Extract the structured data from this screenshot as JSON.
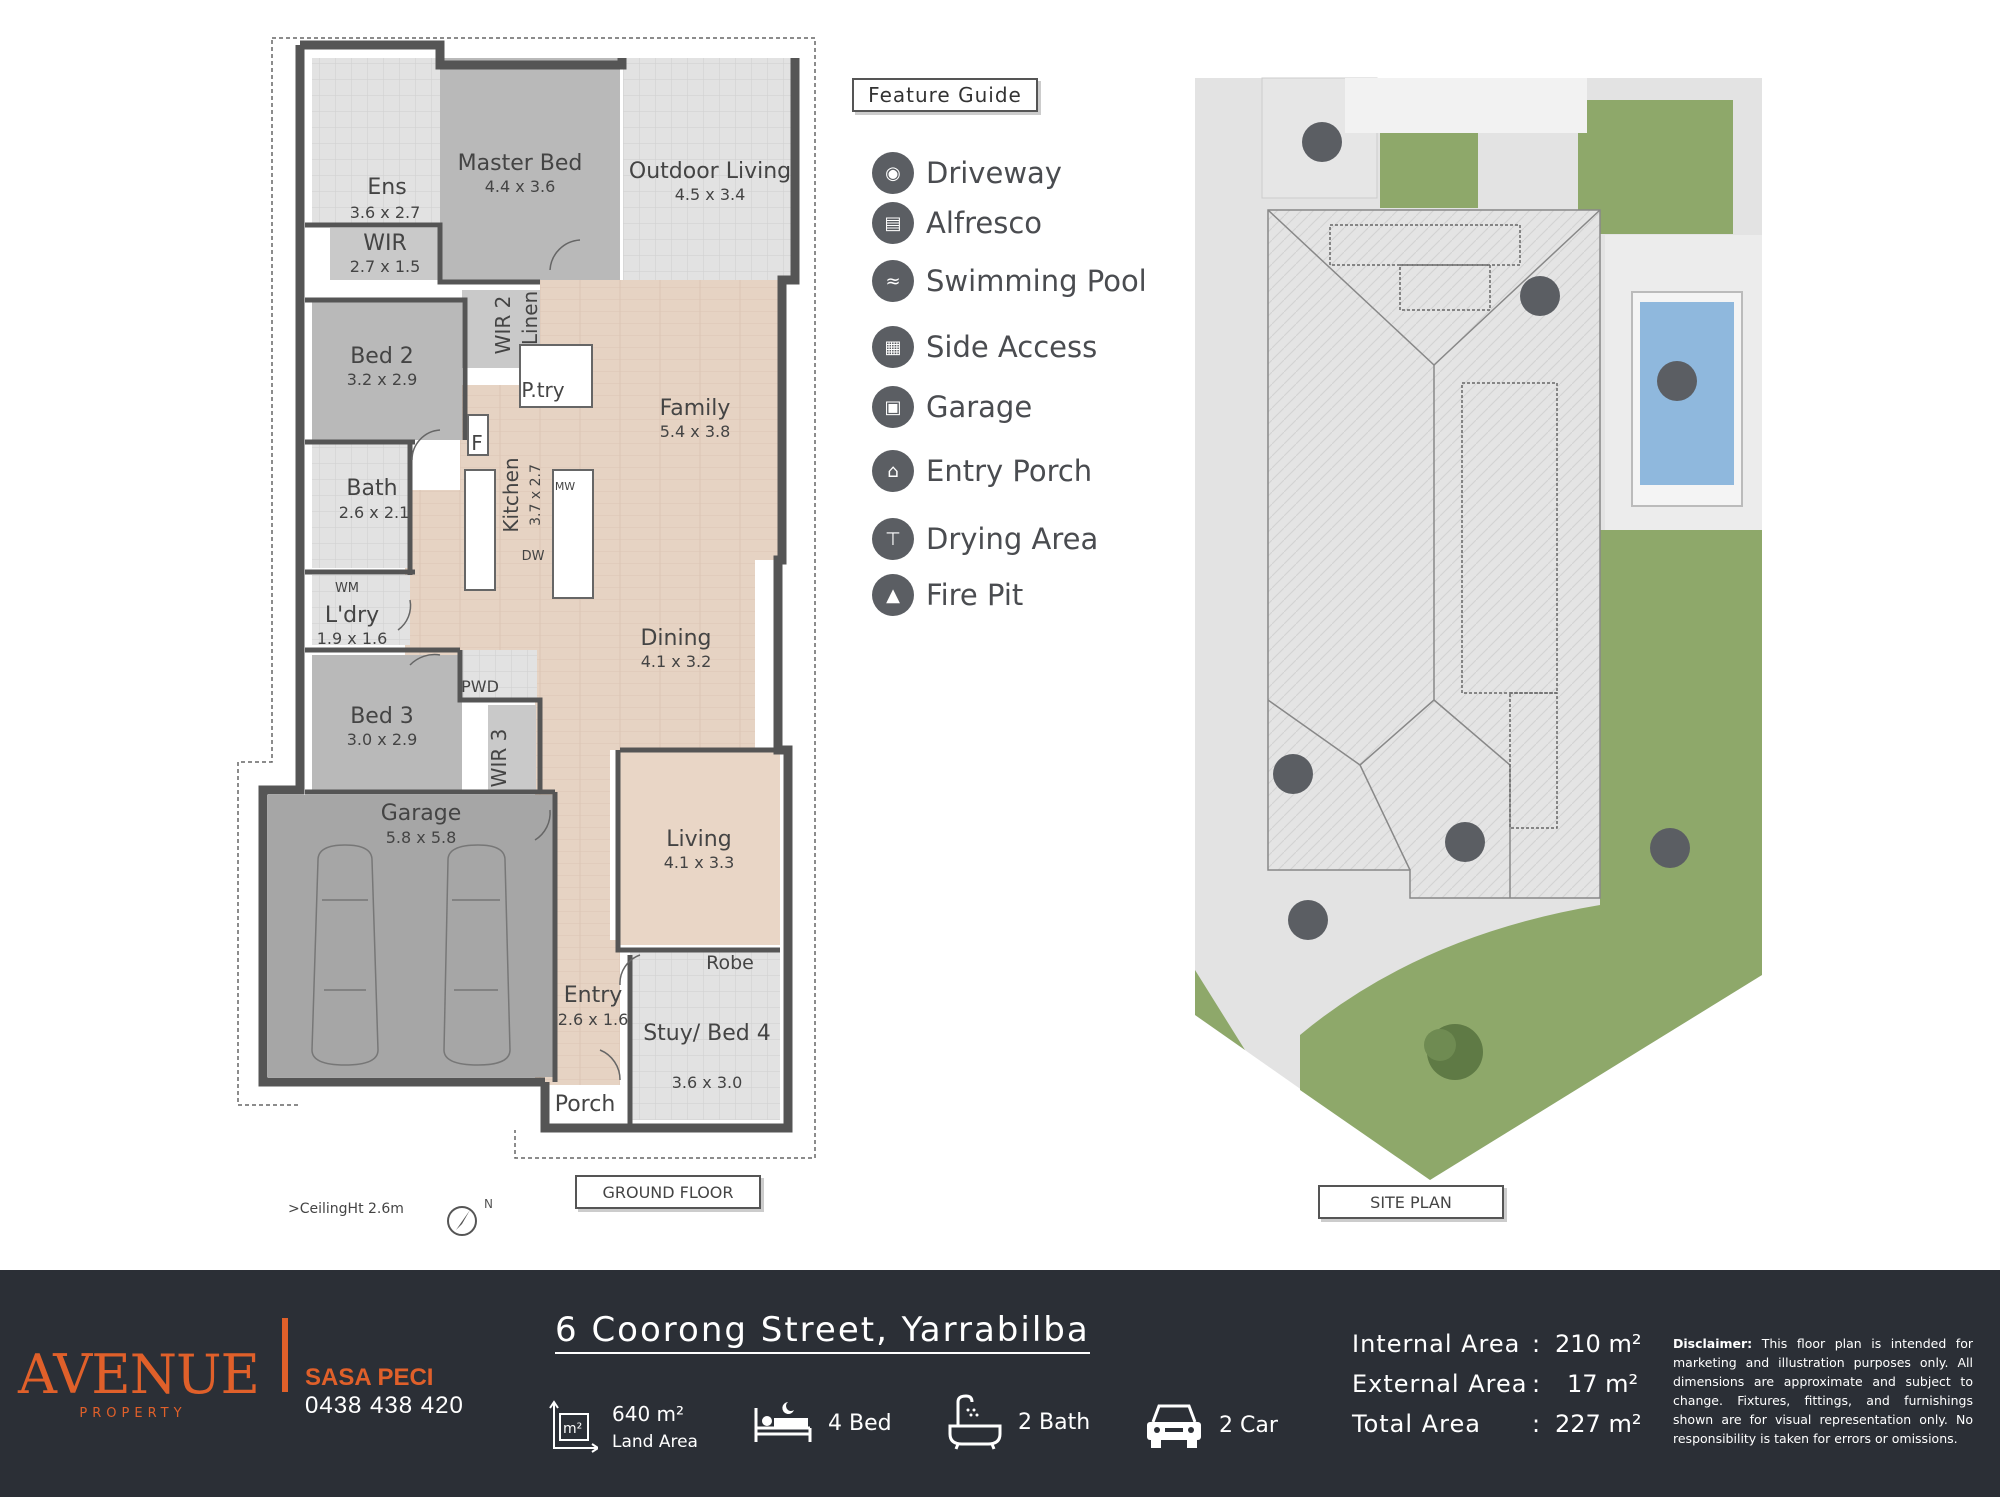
{
  "floor_plan": {
    "caption": "GROUND FLOOR",
    "ceiling_note": ">CeilingHt 2.6m",
    "north_label": "N",
    "rooms": [
      {
        "id": "ens",
        "name": "Ens",
        "dims": "3.6 x 2.7"
      },
      {
        "id": "master",
        "name": "Master Bed",
        "dims": "4.4 x 3.6"
      },
      {
        "id": "outdoor",
        "name": "Outdoor Living",
        "dims": "4.5 x 3.4"
      },
      {
        "id": "wir",
        "name": "WIR",
        "dims": "2.7 x 1.5"
      },
      {
        "id": "bed2",
        "name": "Bed 2",
        "dims": "3.2 x 2.9"
      },
      {
        "id": "family",
        "name": "Family",
        "dims": "5.4 x 3.8"
      },
      {
        "id": "bath",
        "name": "Bath",
        "dims": "2.6 x 2.1"
      },
      {
        "id": "kitchen",
        "name": "Kitchen",
        "dims": "3.7 x 2.7"
      },
      {
        "id": "ldry",
        "name": "L'dry",
        "dims": "1.9 x 1.6"
      },
      {
        "id": "dining",
        "name": "Dining",
        "dims": "4.1 x 3.2"
      },
      {
        "id": "bed3",
        "name": "Bed 3",
        "dims": "3.0 x 2.9"
      },
      {
        "id": "garage",
        "name": "Garage",
        "dims": "5.8 x 5.8"
      },
      {
        "id": "living",
        "name": "Living",
        "dims": "4.1 x 3.3"
      },
      {
        "id": "entry",
        "name": "Entry",
        "dims": "2.6 x 1.6"
      },
      {
        "id": "study",
        "name": "Stuy/ Bed 4",
        "dims": "3.6 x 3.0"
      }
    ],
    "labels": {
      "wir2": "WIR 2",
      "linen": "Linen",
      "ptry": "P.try",
      "f": "F",
      "mw": "MW",
      "dw": "DW",
      "wm": "WM",
      "pwd": "PWD",
      "wir3": "WIR 3",
      "robe": "Robe",
      "porch": "Porch"
    }
  },
  "feature_guide": {
    "title": "Feature Guide",
    "items": [
      {
        "label": "Driveway",
        "icon": "car-icon"
      },
      {
        "label": "Alfresco",
        "icon": "bbq-icon"
      },
      {
        "label": "Swimming Pool",
        "icon": "pool-icon"
      },
      {
        "label": "Side Access",
        "icon": "gate-icon"
      },
      {
        "label": "Garage",
        "icon": "garage-icon"
      },
      {
        "label": "Entry Porch",
        "icon": "house-icon"
      },
      {
        "label": "Drying Area",
        "icon": "clothesline-icon"
      },
      {
        "label": "Fire Pit",
        "icon": "fire-icon"
      }
    ]
  },
  "site_plan": {
    "caption": "SITE PLAN"
  },
  "footer": {
    "brand": "AVENUE",
    "brand_sub": "PROPERTY",
    "agent_name": "SASA PECI",
    "agent_phone": "0438 438 420",
    "address": "6 Coorong Street, Yarrabilba",
    "land_area": "640 m²",
    "land_area_label": "Land Area",
    "beds": "4 Bed",
    "baths": "2 Bath",
    "cars": "2 Car",
    "areas": [
      {
        "label": "Internal Area",
        "value": "210 m²"
      },
      {
        "label": "External Area",
        "value": "17 m²"
      },
      {
        "label": "Total Area",
        "value": "227 m²"
      }
    ],
    "disclaimer_title": "Disclaimer:",
    "disclaimer": "This floor plan is intended for marketing and illustration purposes only. All dimensions are approximate and subject to change. Fixtures, fittings, and furnishings shown are for visual representation only. No responsibility is taken for errors or omissions."
  },
  "colors": {
    "wall": "#555555",
    "timber_floor": "#e6d3c3",
    "wet_area": "#dcdcdc",
    "carpet": "#b9b9b9",
    "garage": "#a0a0a0",
    "lawn": "#8ea86a",
    "pool": "#8fb8dd",
    "footer_bg": "#2b2f36",
    "accent": "#e0602a"
  }
}
